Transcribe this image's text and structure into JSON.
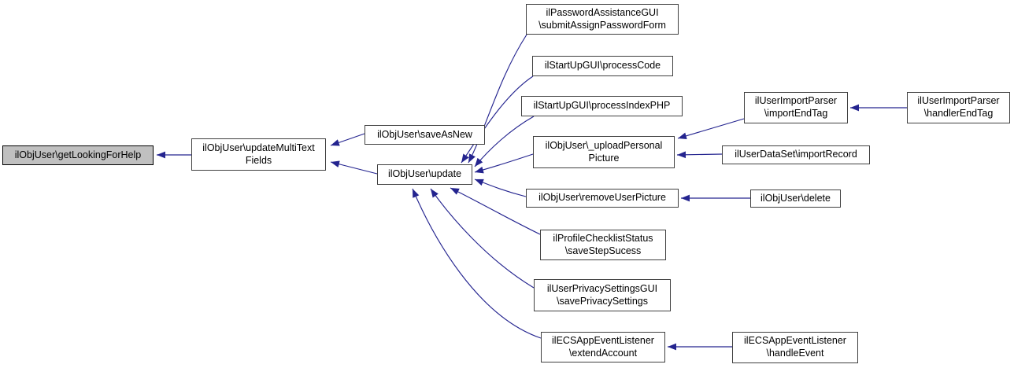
{
  "diagram": {
    "type": "call-graph",
    "colors": {
      "edge": "#24248f",
      "node_border": "#404040",
      "main_node_fill": "#c0c0c0",
      "main_node_border": "#000000",
      "background": "#ffffff"
    },
    "nodes": [
      {
        "id": "getLookingForHelp",
        "label": "ilObjUser\\getLookingForHelp",
        "main": true
      },
      {
        "id": "updateMultiTextFields",
        "label": "ilObjUser\\updateMultiText\nFields"
      },
      {
        "id": "saveAsNew",
        "label": "ilObjUser\\saveAsNew"
      },
      {
        "id": "update",
        "label": "ilObjUser\\update"
      },
      {
        "id": "submitAssignPasswordForm",
        "label": "ilPasswordAssistanceGUI\n\\submitAssignPasswordForm"
      },
      {
        "id": "processCode",
        "label": "ilStartUpGUI\\processCode"
      },
      {
        "id": "processIndexPHP",
        "label": "ilStartUpGUI\\processIndexPHP"
      },
      {
        "id": "uploadPersonalPicture",
        "label": "ilObjUser\\_uploadPersonal\nPicture"
      },
      {
        "id": "removeUserPicture",
        "label": "ilObjUser\\removeUserPicture"
      },
      {
        "id": "saveStepSucess",
        "label": "ilProfileChecklistStatus\n\\saveStepSucess"
      },
      {
        "id": "savePrivacySettings",
        "label": "ilUserPrivacySettingsGUI\n\\savePrivacySettings"
      },
      {
        "id": "extendAccount",
        "label": "ilECSAppEventListener\n\\extendAccount"
      },
      {
        "id": "importEndTag",
        "label": "ilUserImportParser\n\\importEndTag"
      },
      {
        "id": "importRecord",
        "label": "ilUserDataSet\\importRecord"
      },
      {
        "id": "delete",
        "label": "ilObjUser\\delete"
      },
      {
        "id": "handlerEndTag",
        "label": "ilUserImportParser\n\\handlerEndTag"
      },
      {
        "id": "handleEvent",
        "label": "ilECSAppEventListener\n\\handleEvent"
      }
    ],
    "edges": [
      {
        "from": "updateMultiTextFields",
        "to": "getLookingForHelp"
      },
      {
        "from": "saveAsNew",
        "to": "updateMultiTextFields"
      },
      {
        "from": "update",
        "to": "updateMultiTextFields"
      },
      {
        "from": "submitAssignPasswordForm",
        "to": "update"
      },
      {
        "from": "processCode",
        "to": "update"
      },
      {
        "from": "processIndexPHP",
        "to": "update"
      },
      {
        "from": "uploadPersonalPicture",
        "to": "update"
      },
      {
        "from": "removeUserPicture",
        "to": "update"
      },
      {
        "from": "saveStepSucess",
        "to": "update"
      },
      {
        "from": "savePrivacySettings",
        "to": "update"
      },
      {
        "from": "extendAccount",
        "to": "update"
      },
      {
        "from": "importEndTag",
        "to": "uploadPersonalPicture"
      },
      {
        "from": "importRecord",
        "to": "uploadPersonalPicture"
      },
      {
        "from": "handlerEndTag",
        "to": "importEndTag"
      },
      {
        "from": "delete",
        "to": "removeUserPicture"
      },
      {
        "from": "handleEvent",
        "to": "extendAccount"
      }
    ]
  }
}
